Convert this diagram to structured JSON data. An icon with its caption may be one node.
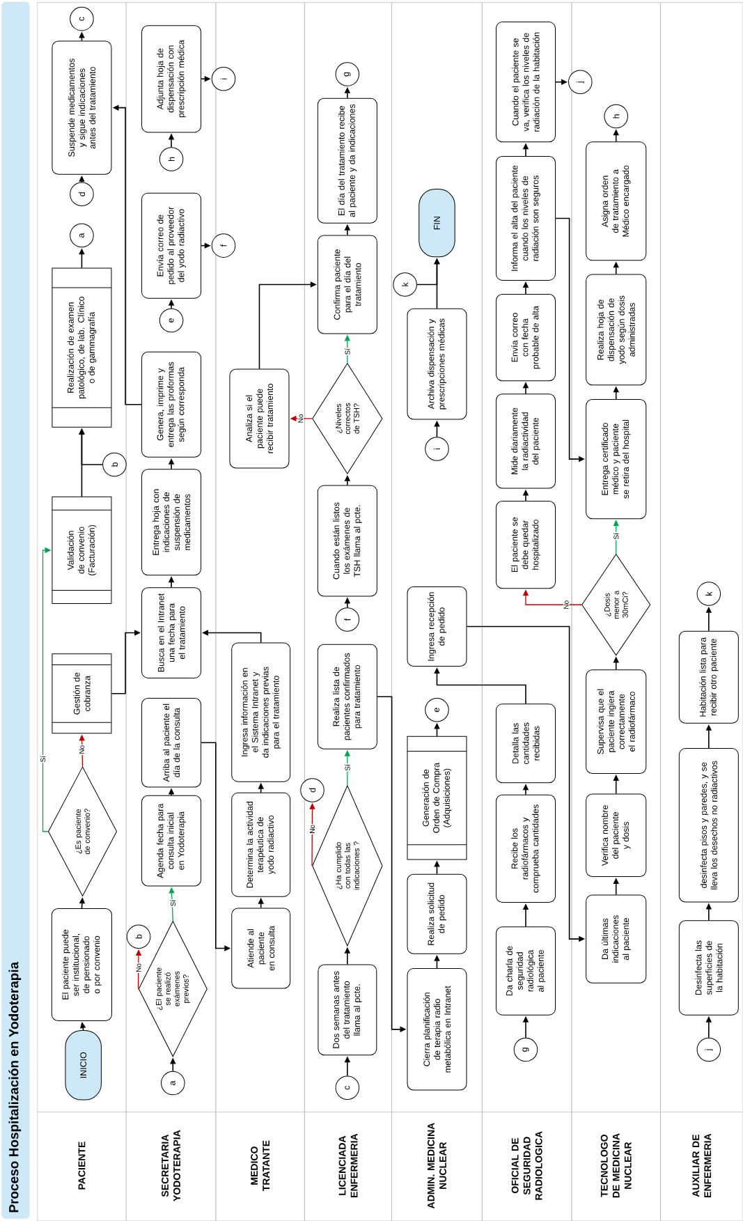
{
  "diagram": {
    "title": "Proceso Hospitalización en Yodoterapia",
    "nodes": [
      {
        "text": [
          "PACIENTE"
        ]
      },
      {
        "text": [
          "SECRETARIA YODOTERAPIA"
        ]
      },
      {
        "text": [
          "MEDICO TRATANTE"
        ]
      },
      {
        "text": [
          "LICENCIADA ENFERMERIA"
        ]
      },
      {
        "text": [
          "ADMIN. MEDICINA NUCLEAR"
        ]
      },
      {
        "text": [
          "OFICIAL DE SEGURIDAD RADIOLOGICA"
        ]
      },
      {
        "text": [
          "TECNOLOGO DE MEDICINA NUCLEAR"
        ]
      },
      {
        "text": [
          "AUXILIAR DE ENFERMERIA"
        ]
      },
      {
        "text": [
          "INICIO"
        ],
        "in": 0
      },
      {
        "text": [
          "El paciente puede ser institucional, de pensionado o por convenio"
        ],
        "in": 0
      },
      {
        "text": [
          "¿Es paciente de convenio?"
        ],
        "in": 0
      },
      {
        "text": [
          "Gestión de cobranza"
        ],
        "in": 0
      },
      {
        "text": [
          "Validación de convenio (Facturación)"
        ],
        "in": 0
      },
      {
        "text": [
          "b"
        ],
        "in": 0
      },
      {
        "text": [
          "Realización de examen patológico, de lab. Clínico o de gammagrafía"
        ],
        "in": 0
      },
      {
        "text": [
          "a"
        ],
        "in": 0
      },
      {
        "text": [
          "d"
        ],
        "in": 0
      },
      {
        "text": [
          "Suspende medicamentos y sigue indicaciones antes del tratamiento"
        ],
        "in": 0
      },
      {
        "text": [
          "c"
        ],
        "in": 0
      },
      {
        "text": [
          "a"
        ],
        "in": 1
      },
      {
        "text": [
          "¿El paciente se realizó exámenes previos?"
        ],
        "in": 1
      },
      {
        "text": [
          "b"
        ],
        "in": 1
      },
      {
        "text": [
          "Agenda fecha para consulta inicial en Yodoterapia"
        ],
        "in": 1
      },
      {
        "text": [
          "Arriba al paciente el día de la consulta"
        ],
        "in": 1
      },
      {
        "text": [
          "Busca en el Intranet una fecha para el tratamiento"
        ],
        "in": 1
      },
      {
        "text": [
          "Entrega hoja con indicaciones de suspensión de medicamentos"
        ],
        "in": 1
      },
      {
        "text": [
          "Genera, imprime y entrega las proformas según corresponda"
        ],
        "in": 1
      },
      {
        "text": [
          "e"
        ],
        "in": 1
      },
      {
        "text": [
          "Envía correo de pedido al proveedor del yodo radiactivo"
        ],
        "in": 1
      },
      {
        "text": [
          "f"
        ]
      },
      {
        "text": [
          "h"
        ],
        "in": 1
      },
      {
        "text": [
          "Adjunta hoja de dispensación con prescripción médica"
        ],
        "in": 1
      },
      {
        "text": [
          "i"
        ]
      },
      {
        "text": [
          "Atiende al paciente en consulta"
        ],
        "in": 2
      },
      {
        "text": [
          "Determina la actividad terapéutica de yodo radiactivo"
        ],
        "in": 2
      },
      {
        "text": [
          "Ingresa información en el Sistema Intranet y da indicaciones previas para el tratamiento"
        ],
        "in": 2
      },
      {
        "text": [
          "Analiza si el paciente puede recibir tratamiento"
        ],
        "in": 2
      },
      {
        "text": [
          "c"
        ],
        "in": 3
      },
      {
        "text": [
          "Dos semanas antes del tratamiento llama al pcte."
        ],
        "in": 3
      },
      {
        "text": [
          "¿Ha cumplido con todas las indicaciones ?"
        ],
        "in": 3
      },
      {
        "text": [
          "d"
        ]
      },
      {
        "text": [
          "Realiza lista de pacientes confirmados para tratamiento"
        ],
        "in": 3
      },
      {
        "text": [
          "f"
        ],
        "in": 3
      },
      {
        "text": [
          "Cuando están listos los exámenes de TSH llama al pcte."
        ],
        "in": 3
      },
      {
        "text": [
          "¿Niveles correctos de TSH?"
        ],
        "in": 3
      },
      {
        "text": [
          "Confirma paciente para el día del tratamiento"
        ],
        "in": 3
      },
      {
        "text": [
          "El día del tratamiento recibe al paciente y da indicaciones"
        ],
        "in": 3
      },
      {
        "text": [
          "g"
        ],
        "in": 3
      },
      {
        "text": [
          "Cierra planificación de terapia radio metabólica en Intranet"
        ],
        "in": 4
      },
      {
        "text": [
          "Realiza solicitud de pedido"
        ],
        "in": 4
      },
      {
        "text": [
          "Generación de Orden de Compra (Adquisiciones)"
        ],
        "in": 4
      },
      {
        "text": [
          "e"
        ],
        "in": 4
      },
      {
        "text": [
          "Ingresa recepción de pedido"
        ],
        "in": 4
      },
      {
        "text": [
          "i"
        ],
        "in": 4
      },
      {
        "text": [
          "Archiva dispensación y prescripciones médicas"
        ],
        "in": 4
      },
      {
        "text": [
          "k"
        ],
        "in": 4
      },
      {
        "text": [
          "FIN"
        ],
        "in": 4
      },
      {
        "text": [
          "g"
        ],
        "in": 5
      },
      {
        "text": [
          "Da charla de seguridad radiológica al paciente"
        ],
        "in": 5
      },
      {
        "text": [
          "Recibe los radiofármacos y comprueba cantidades"
        ],
        "in": 5
      },
      {
        "text": [
          "Detalla las cantidades recibidas"
        ],
        "in": 5
      },
      {
        "text": [
          "El paciente se debe quedar hospitalizado"
        ],
        "in": 5
      },
      {
        "text": [
          "Mide diariamente la radiactividad del paciente"
        ],
        "in": 5
      },
      {
        "text": [
          "Envía correo con fecha probable de alta"
        ],
        "in": 5
      },
      {
        "text": [
          "Informa el alta del paciente cuando los niveles de radiación son seguros"
        ],
        "in": 5
      },
      {
        "text": [
          "Cuando el paciente se va, verifica los niveles de radiación de la habitación"
        ],
        "in": 5
      },
      {
        "text": [
          "j"
        ]
      },
      {
        "text": [
          "Da últimas indicaciones al paciente"
        ],
        "in": 6
      },
      {
        "text": [
          "Verifica nombre del paciente y dosis"
        ],
        "in": 6
      },
      {
        "text": [
          "Supervisa que el paciente ingiera correctamente el radiofármaco"
        ],
        "in": 6
      },
      {
        "text": [
          "¿Dosis menor a 30mCi?"
        ],
        "in": 6
      },
      {
        "text": [
          "Entrega certificado médico y paciente se retira del hospital"
        ],
        "in": 6
      },
      {
        "text": [
          "Realiza hoja de dispensación de yodo según dosis administradas"
        ],
        "in": 6
      },
      {
        "text": [
          "Asigna orden de tratamiento a Médico encargado"
        ],
        "in": 6
      },
      {
        "text": [
          "h"
        ],
        "in": 6
      },
      {
        "text": [
          "j"
        ],
        "in": 7
      },
      {
        "text": [
          "Desinfecta las superficies de la habitación"
        ],
        "in": 7
      },
      {
        "text": [
          "desinfecta pisos y paredes, y se lleva los desechos no radiactivos"
        ],
        "in": 7
      },
      {
        "text": [
          "Habitación lista para recibir otro paciente"
        ],
        "in": 7
      },
      {
        "text": [
          "k"
        ],
        "in": 7
      }
    ],
    "edges": [
      {
        "from": 8,
        "to": 9,
        "arrow": "to"
      },
      {
        "from": 9,
        "to": 10,
        "arrow": "to"
      },
      {
        "from": 10,
        "to": 11,
        "arrow": "to",
        "label": "No",
        "color": "#c00000"
      },
      {
        "from": 10,
        "to": 12,
        "arrow": "to",
        "label": "Sí",
        "color": "#00a651"
      },
      {
        "from": 11,
        "to": 24,
        "arrow": "to"
      },
      {
        "from": 12,
        "to": 14,
        "arrow": "to"
      },
      {
        "from": 13,
        "to": 14,
        "arrow": "to"
      },
      {
        "from": 14,
        "to": 15,
        "arrow": "to"
      },
      {
        "from": 16,
        "to": 17,
        "arrow": "to"
      },
      {
        "from": 17,
        "to": 18,
        "arrow": "to"
      },
      {
        "from": 26,
        "to": 17,
        "arrow": "to"
      },
      {
        "from": 19,
        "to": 20,
        "arrow": "to"
      },
      {
        "from": 20,
        "to": 21,
        "arrow": "to",
        "label": "No",
        "color": "#c00000"
      },
      {
        "from": 20,
        "to": 22,
        "arrow": "to",
        "label": "Sí",
        "color": "#00a651"
      },
      {
        "from": 22,
        "to": 23,
        "arrow": "to"
      },
      {
        "from": 23,
        "to": 33,
        "arrow": "to"
      },
      {
        "from": 24,
        "to": 25,
        "arrow": "to"
      },
      {
        "from": 25,
        "to": 26,
        "arrow": "to"
      },
      {
        "from": 27,
        "to": 28,
        "arrow": "to"
      },
      {
        "from": 28,
        "to": 29,
        "arrow": "to"
      },
      {
        "from": 30,
        "to": 31,
        "arrow": "to"
      },
      {
        "from": 31,
        "to": 32,
        "arrow": "to"
      },
      {
        "from": 33,
        "to": 34,
        "arrow": "to"
      },
      {
        "from": 34,
        "to": 35,
        "arrow": "to"
      },
      {
        "from": 35,
        "to": 24,
        "arrow": "to"
      },
      {
        "from": 36,
        "to": 45,
        "arrow": "to"
      },
      {
        "from": 37,
        "to": 38,
        "arrow": "to"
      },
      {
        "from": 38,
        "to": 39,
        "arrow": "to"
      },
      {
        "from": 39,
        "to": 40,
        "arrow": "to",
        "label": "No",
        "color": "#c00000"
      },
      {
        "from": 39,
        "to": 41,
        "arrow": "to",
        "label": "Sí",
        "color": "#00a651"
      },
      {
        "from": 41,
        "to": 48,
        "arrow": "to"
      },
      {
        "from": 42,
        "to": 43,
        "arrow": "to"
      },
      {
        "from": 43,
        "to": 44,
        "arrow": "to"
      },
      {
        "from": 44,
        "to": 36,
        "arrow": "to",
        "label": "No",
        "color": "#c00000"
      },
      {
        "from": 44,
        "to": 45,
        "arrow": "to",
        "label": "Sí",
        "color": "#00a651"
      },
      {
        "from": 45,
        "to": 46,
        "arrow": "to"
      },
      {
        "from": 46,
        "to": 47,
        "arrow": "to"
      },
      {
        "from": 48,
        "to": 49,
        "arrow": "to"
      },
      {
        "from": 49,
        "to": 50,
        "arrow": "to"
      },
      {
        "from": 50,
        "to": 51,
        "arrow": "to"
      },
      {
        "from": 52,
        "to": 67,
        "arrow": "to"
      },
      {
        "from": 53,
        "to": 54,
        "arrow": "to"
      },
      {
        "from": 54,
        "to": 56,
        "arrow": "to"
      },
      {
        "from": 55,
        "to": 56,
        "arrow": "to"
      },
      {
        "from": 57,
        "to": 58,
        "arrow": "to"
      },
      {
        "from": 58,
        "to": 59,
        "arrow": "to"
      },
      {
        "from": 59,
        "to": 60,
        "arrow": "to"
      },
      {
        "from": 60,
        "to": 52,
        "arrow": "to"
      },
      {
        "from": 61,
        "to": 62,
        "arrow": "to"
      },
      {
        "from": 62,
        "to": 63,
        "arrow": "to"
      },
      {
        "from": 63,
        "to": 64,
        "arrow": "to"
      },
      {
        "from": 64,
        "to": 65,
        "arrow": "to"
      },
      {
        "from": 65,
        "to": 66,
        "arrow": "to"
      },
      {
        "from": 64,
        "to": 71,
        "arrow": "to"
      },
      {
        "from": 67,
        "to": 68,
        "arrow": "to"
      },
      {
        "from": 68,
        "to": 69,
        "arrow": "to"
      },
      {
        "from": 69,
        "to": 70,
        "arrow": "to"
      },
      {
        "from": 70,
        "to": 61,
        "arrow": "to",
        "label": "No",
        "color": "#c00000"
      },
      {
        "from": 70,
        "to": 71,
        "arrow": "to",
        "label": "Sí",
        "color": "#00a651"
      },
      {
        "from": 71,
        "to": 72,
        "arrow": "to"
      },
      {
        "from": 72,
        "to": 73,
        "arrow": "to"
      },
      {
        "from": 73,
        "to": 74,
        "arrow": "to"
      },
      {
        "from": 75,
        "to": 76,
        "arrow": "to"
      },
      {
        "from": 76,
        "to": 77,
        "arrow": "to"
      },
      {
        "from": 77,
        "to": 78,
        "arrow": "to"
      },
      {
        "from": 78,
        "to": 79,
        "arrow": "to"
      }
    ]
  }
}
